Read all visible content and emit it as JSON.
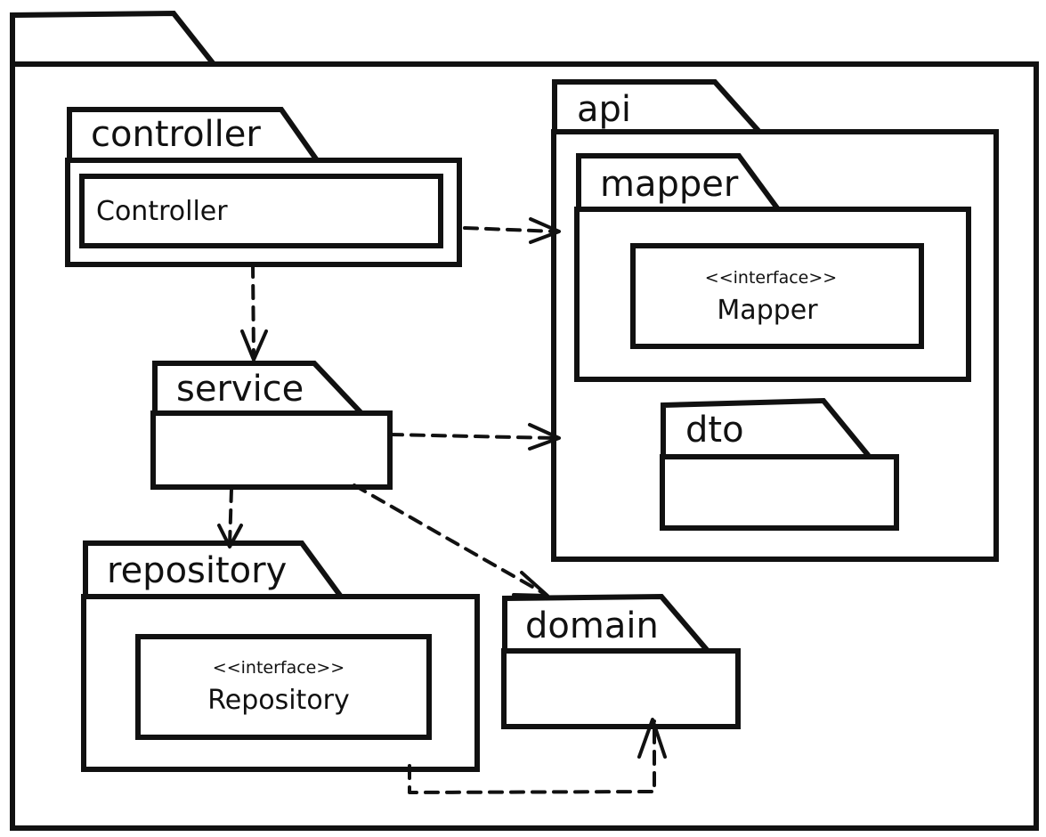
{
  "packages": {
    "root": {
      "label": ""
    },
    "controller": {
      "label": "controller"
    },
    "service": {
      "label": "service"
    },
    "repository": {
      "label": "repository"
    },
    "domain": {
      "label": "domain"
    },
    "api": {
      "label": "api"
    },
    "mapper": {
      "label": "mapper"
    },
    "dto": {
      "label": "dto"
    }
  },
  "classes": {
    "controller": {
      "name": "Controller"
    },
    "mapper": {
      "stereotype": "<<interface>>",
      "name": "Mapper"
    },
    "repository": {
      "stereotype": "<<interface>>",
      "name": "Repository"
    }
  },
  "dependencies": [
    {
      "from": "controller",
      "to": "api"
    },
    {
      "from": "controller",
      "to": "service"
    },
    {
      "from": "service",
      "to": "api"
    },
    {
      "from": "service",
      "to": "repository"
    },
    {
      "from": "service",
      "to": "domain"
    },
    {
      "from": "repository",
      "to": "domain"
    }
  ]
}
